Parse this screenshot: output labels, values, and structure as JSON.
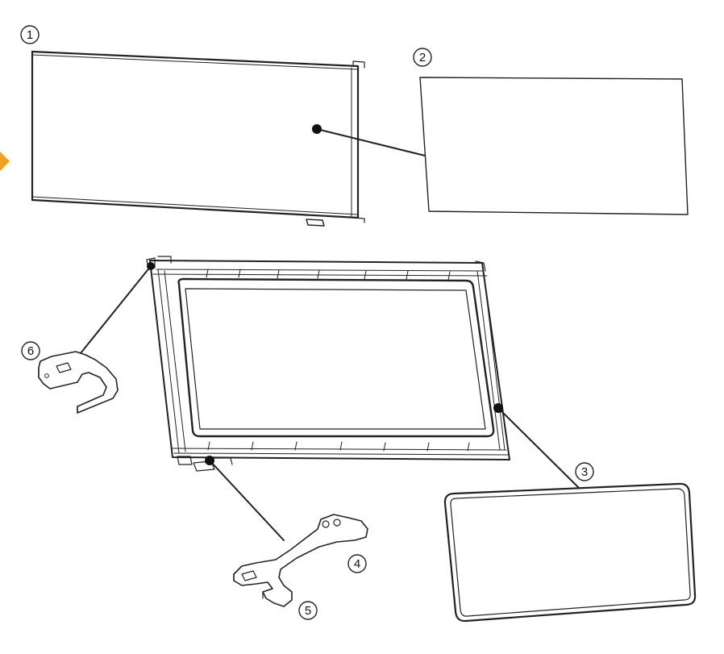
{
  "callouts": [
    {
      "id": "1",
      "label": "1"
    },
    {
      "id": "2",
      "label": "2"
    },
    {
      "id": "3",
      "label": "3"
    },
    {
      "id": "4",
      "label": "4"
    },
    {
      "id": "5",
      "label": "5"
    },
    {
      "id": "6",
      "label": "6"
    }
  ],
  "colors": {
    "line": "#222222",
    "accent": "#F0A020"
  }
}
